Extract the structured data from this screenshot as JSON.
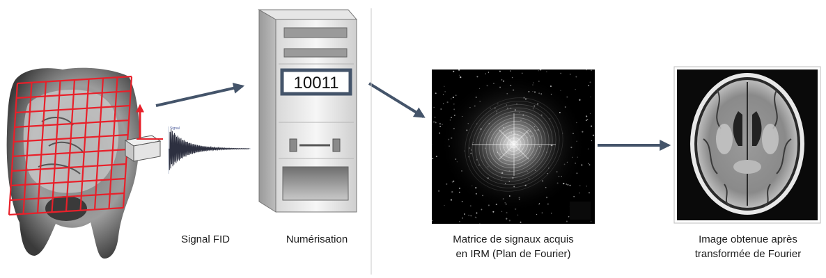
{
  "labels": {
    "signal_fid": "Signal FID",
    "numerisation": "Numérisation",
    "kspace_line1": "Matrice de signaux acquis",
    "kspace_line2": "en IRM (Plan de Fourier)",
    "result_line1": "Image obtenue après",
    "result_line2": "transformée de Fourier"
  },
  "digital_code": "10011",
  "signal_plot_label": "Signal",
  "colors": {
    "arrow": "#44546a",
    "grid": "#e8202a",
    "code_border": "#44546a",
    "text": "#1a1a1a"
  },
  "icons": [
    "mri-coronal-head-image",
    "rf-coil-box",
    "fid-signal-plot",
    "computer-tower-icon",
    "kspace-image",
    "axial-brain-image"
  ]
}
